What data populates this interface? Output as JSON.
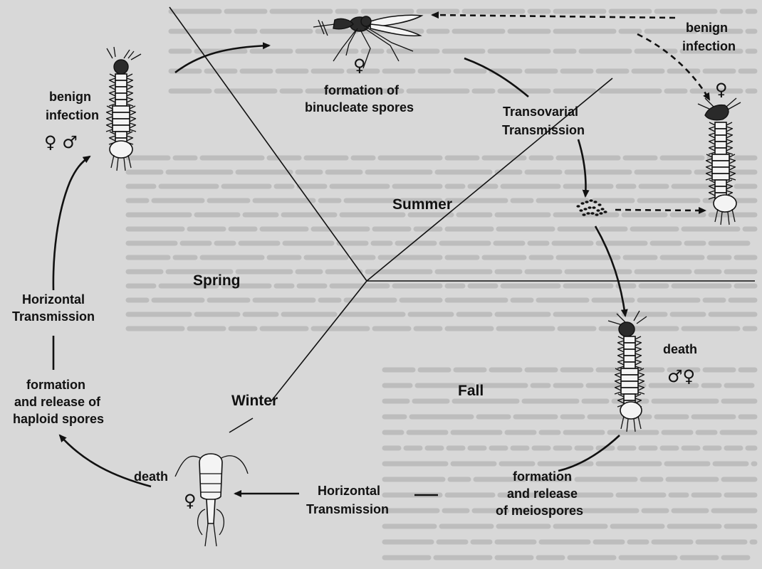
{
  "seasons": {
    "summer": "Summer",
    "spring": "Spring",
    "winter": "Winter",
    "fall": "Fall"
  },
  "labels": {
    "benign_infection_left": [
      "benign",
      "infection"
    ],
    "sex_left": "♀ ♂",
    "binucleate": [
      "formation of",
      "binucleate spores"
    ],
    "female_top": "♀",
    "benign_infection_right": [
      "benign",
      "infection"
    ],
    "female_right": "♀",
    "transovarial": [
      "Transovarial",
      "Transmission"
    ],
    "horizontal_left": [
      "Horizontal",
      "Transmission"
    ],
    "haploid": [
      "formation",
      "and release of",
      "haploid spores"
    ],
    "death_bottom": "death",
    "female_bottom": "♀",
    "horizontal_bottom": [
      "Horizontal",
      "Transmission"
    ],
    "meiospores": [
      "formation",
      "and release",
      "of meiospores"
    ],
    "death_right": "death",
    "sex_right": "♂♀"
  },
  "icons": [
    "mosquito-adult-icon",
    "larva-icon",
    "copepod-icon",
    "spores-icon"
  ],
  "colors": {
    "ink": "#111111",
    "paper": "#d8d8d8",
    "bleed_text": "#bdbdbd"
  }
}
